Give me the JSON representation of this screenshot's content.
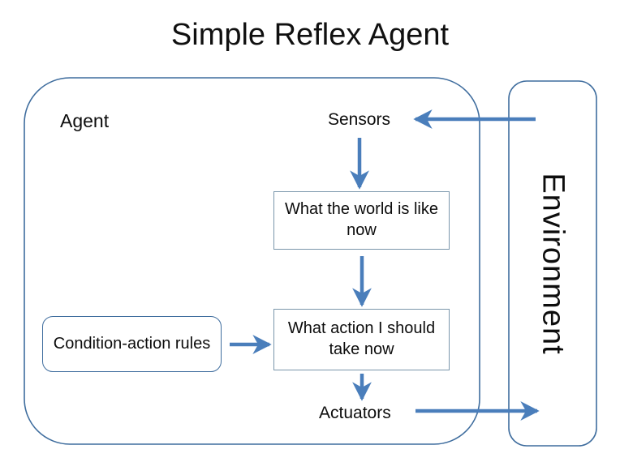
{
  "diagram": {
    "title": "Simple Reflex Agent",
    "type": "agent-architecture-diagram",
    "accent_color": "#4a7ebb",
    "box_border_color": "#7a96ab",
    "outline_color": "#3f6d9e",
    "text_color": "#0d0d0d",
    "background_color": "#ffffff"
  },
  "containers": {
    "agent": {
      "label": "Agent",
      "shape": "rounded-rectangle"
    },
    "environment": {
      "label": "Environment",
      "shape": "rounded-rectangle",
      "orientation": "vertical"
    }
  },
  "nodes": {
    "sensors": {
      "label": "Sensors"
    },
    "world_state": {
      "label": "What the world is like now"
    },
    "action_choice": {
      "label": "What action I should take now"
    },
    "rules": {
      "label": "Condition-action rules"
    },
    "actuators": {
      "label": "Actuators"
    }
  },
  "edges": [
    {
      "from": "environment",
      "to": "sensors",
      "direction": "left"
    },
    {
      "from": "sensors",
      "to": "world_state",
      "direction": "down"
    },
    {
      "from": "world_state",
      "to": "action_choice",
      "direction": "down"
    },
    {
      "from": "rules",
      "to": "action_choice",
      "direction": "right"
    },
    {
      "from": "action_choice",
      "to": "actuators",
      "direction": "down"
    },
    {
      "from": "actuators",
      "to": "environment",
      "direction": "right"
    }
  ]
}
